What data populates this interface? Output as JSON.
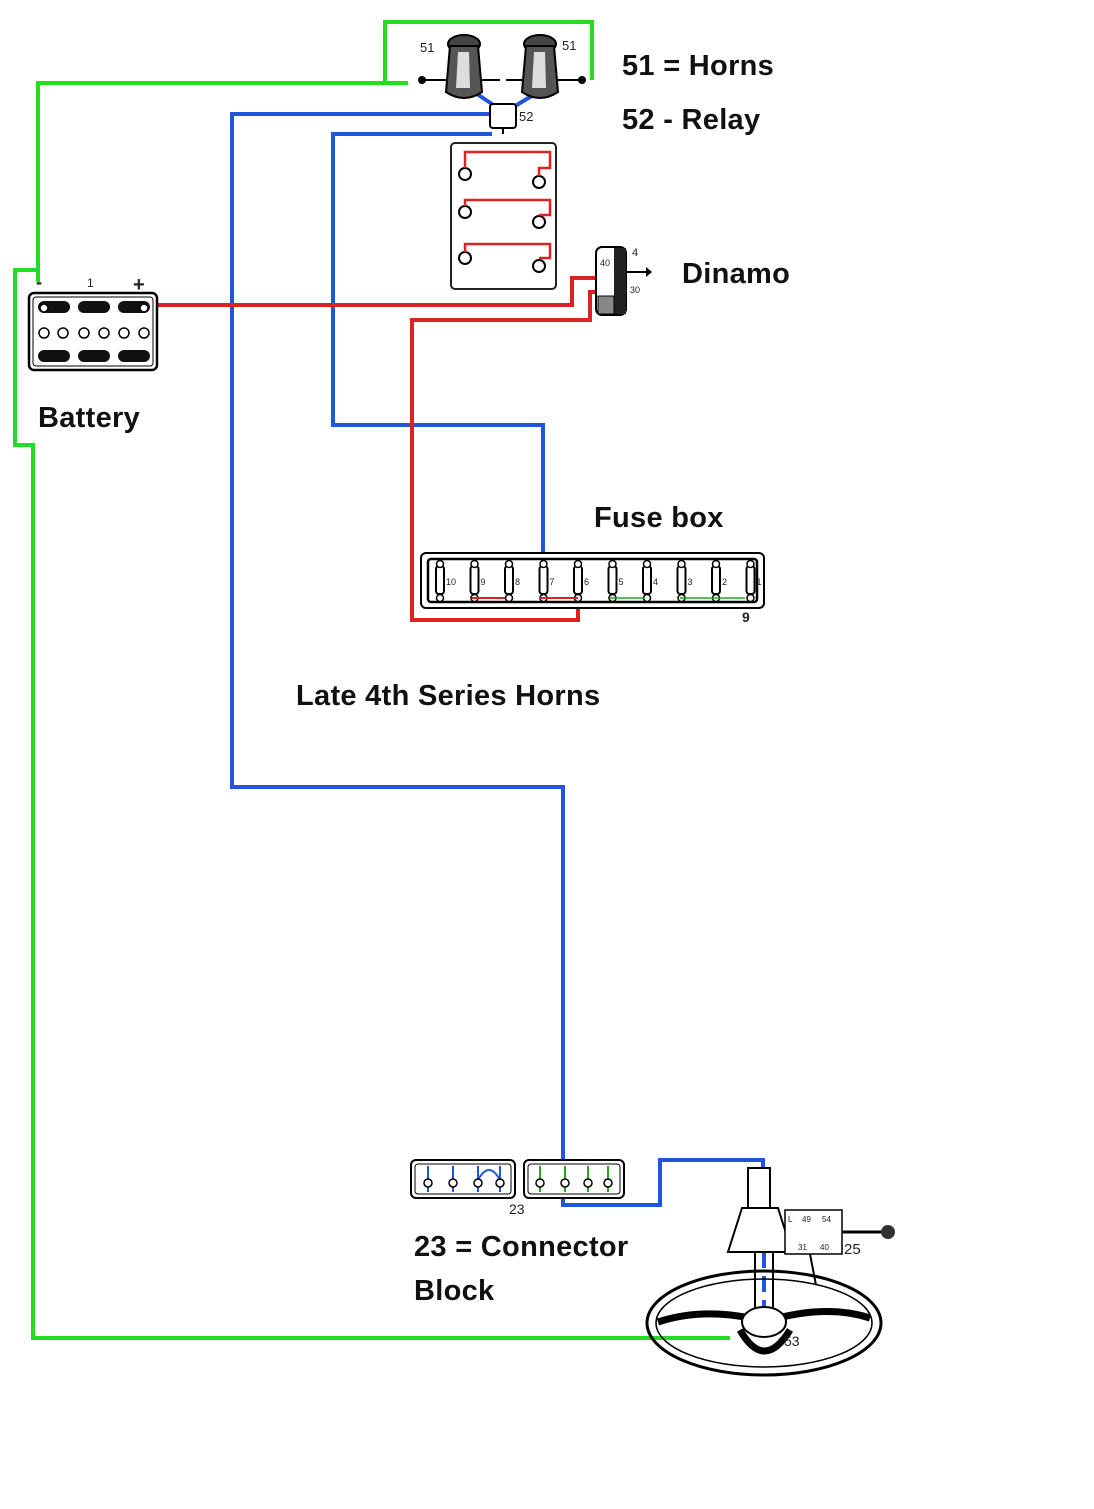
{
  "labels": {
    "horns": "51 = Horns",
    "relay": "52 - Relay",
    "dinamo": "Dinamo",
    "battery": "Battery",
    "fuse_box": "Fuse box",
    "title": "Late 4th Series Horns",
    "connector_line1": "23 = Connector",
    "connector_line2": "Block"
  },
  "component_numbers": {
    "horn_left": "51",
    "horn_right": "51",
    "relay": "52",
    "battery_minus": "-",
    "battery_one": "1",
    "battery_plus": "+",
    "dynamo_top": "4",
    "dynamo_side": "40",
    "dynamo_bottom": "30",
    "fuse_box_id": "9",
    "connector_block": "23",
    "switch": "25",
    "steering": "53",
    "switch_terms": [
      "L",
      "49",
      "54",
      "31",
      "40"
    ]
  },
  "fuses": [
    "10",
    "9",
    "8",
    "7",
    "6",
    "5",
    "4",
    "3",
    "2",
    "1"
  ],
  "wire_colors": {
    "ground": "#22dd22",
    "horn_circuit": "#2255dd",
    "power": "#dd2222"
  }
}
